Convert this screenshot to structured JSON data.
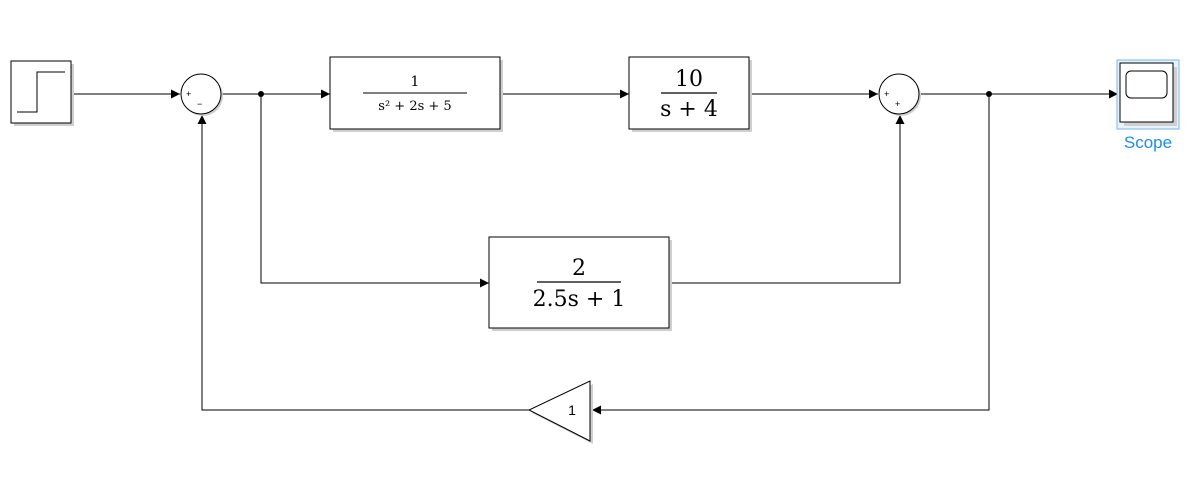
{
  "diagram": {
    "step_block": {
      "label": ""
    },
    "sum1": {
      "signs": [
        "+",
        "−"
      ]
    },
    "sum2": {
      "signs": [
        "+",
        "+"
      ]
    },
    "tf1": {
      "numerator": "1",
      "denominator": "s² + 2s + 5"
    },
    "tf2": {
      "numerator": "10",
      "denominator": "s + 4"
    },
    "tf3": {
      "numerator": "2",
      "denominator": "2.5s + 1"
    },
    "gain": {
      "value": "1"
    },
    "scope": {
      "label": "Scope",
      "label_color": "#1e8ee6"
    }
  }
}
